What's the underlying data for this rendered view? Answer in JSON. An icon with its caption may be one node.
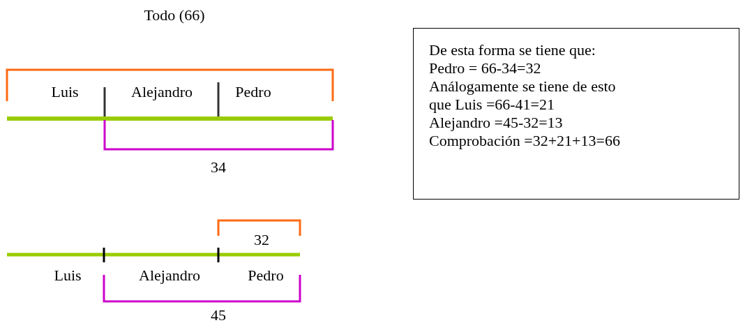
{
  "diagram": {
    "nodes": [
      {
        "text": [
          "De esta forma se tiene que:",
          "Pedro = 66-34=32",
          "Análogamente se tiene de esto",
          "que Luis =66-41=21",
          "Alejandro =45-32=13",
          "Comprobación =32+21+13=66"
        ]
      }
    ],
    "labels": [
      "Todo (66)",
      "Luis",
      "Alejandro",
      "Pedro",
      "34",
      "32",
      "Luis",
      "Alejandro",
      "Pedro",
      "45"
    ]
  }
}
